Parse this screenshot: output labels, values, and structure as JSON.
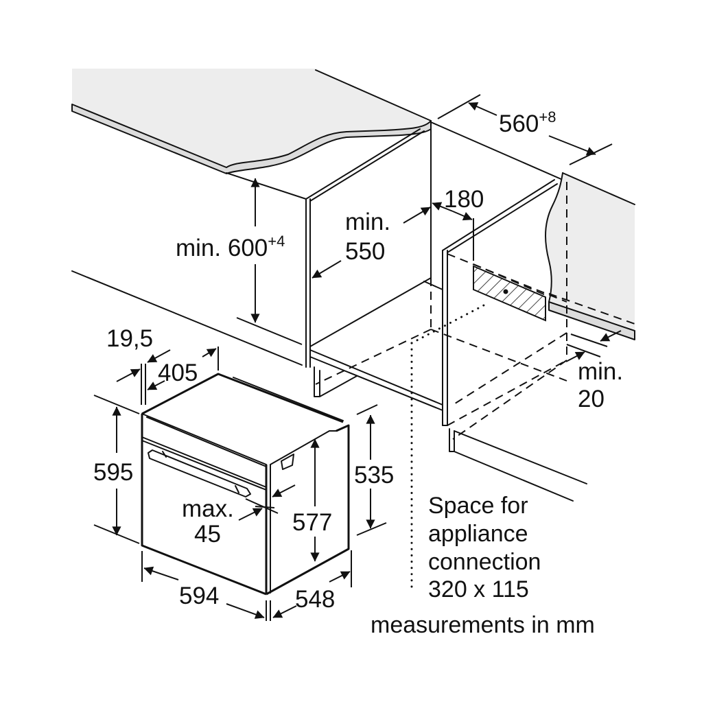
{
  "diagram": {
    "title": "Built-in oven installation dimensions",
    "dimensions": {
      "niche_width": {
        "value": "560",
        "tolerance": "+8"
      },
      "niche_height": {
        "prefix": "min. ",
        "value": "600",
        "tolerance": "+4"
      },
      "niche_depth": {
        "line1": "min.",
        "line2": "550"
      },
      "connection_offset": {
        "value": "180"
      },
      "rear_gap": {
        "line1": "min.",
        "line2": "20"
      },
      "front_thickness": {
        "value": "19,5"
      },
      "front_depth_offset": {
        "value": "405"
      },
      "appliance_height": {
        "value": "595"
      },
      "body_height_front": {
        "value": "577"
      },
      "body_height_rear": {
        "value": "535"
      },
      "door_protrusion": {
        "line1": "max.",
        "line2": "45"
      },
      "appliance_width": {
        "value": "594"
      },
      "appliance_depth": {
        "value": "548"
      }
    },
    "notes": {
      "connection_space": [
        "Space for",
        "appliance",
        "connection",
        "320 x 115"
      ],
      "units": "measurements in mm"
    }
  },
  "colors": {
    "line": "#111111",
    "worktop": "#ededed",
    "worktop_edge": "#dcdcdc",
    "background": "#ffffff"
  },
  "icons": {
    "arrowhead": "filled-triangle",
    "hatch": "diagonal-hatch"
  }
}
